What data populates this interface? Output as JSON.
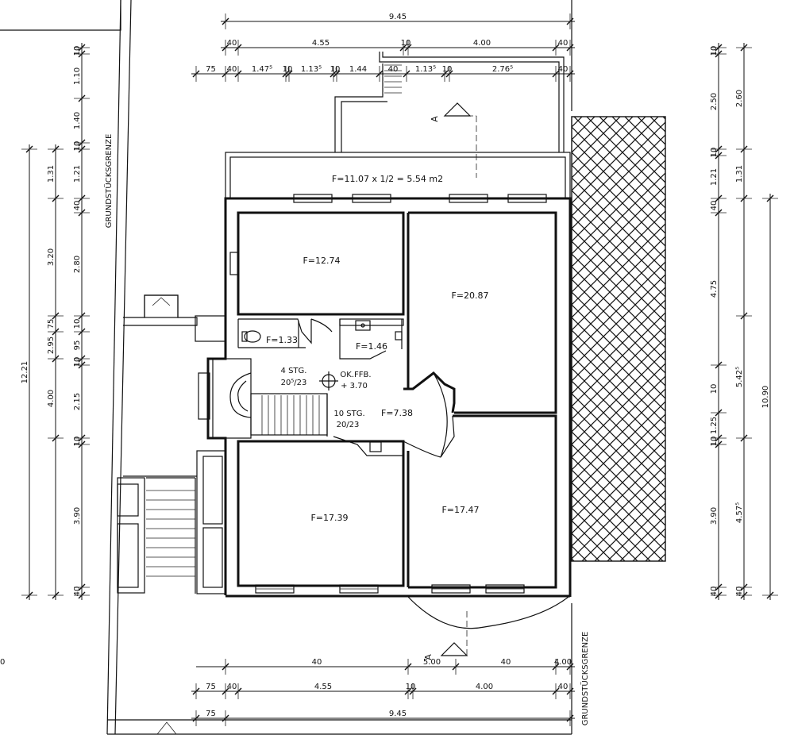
{
  "rooms": {
    "r1": "F=12.74",
    "r2": "F=20.87",
    "r3": "F=1.33",
    "r4": "F=1.46",
    "r5": "F=7.38",
    "r6": "F=17.39",
    "r7": "F=17.47"
  },
  "balcony_area": "F=11.07 x 1/2 = 5.54 m2",
  "stairs": {
    "upper_count": "4 STG.",
    "upper_ratio": "20⁵/23",
    "lower_count": "10 STG.",
    "lower_ratio": "20/23",
    "level_label": "OK.FFB.",
    "level_value": "+ 3.70"
  },
  "section_marker": "A",
  "boundary_label": "GRUNDSTÜCKSGRENZE",
  "dims_top": {
    "total": "9.45",
    "row2": [
      "40",
      "4.55",
      "10",
      "4.00",
      "40"
    ],
    "row3": [
      "75",
      "40",
      "1.47⁵",
      "10",
      "1.13⁵",
      "10",
      "1.44",
      "40",
      "1.13⁵",
      "10",
      "2.76⁵",
      "40"
    ]
  },
  "dims_bottom": {
    "row1": [
      "40",
      "5.00",
      "40",
      "4.00",
      "40"
    ],
    "row2": [
      "75",
      "40",
      "4.55",
      "10",
      "4.00",
      "40"
    ],
    "total_prefix": "75",
    "total": "9.45"
  },
  "dims_left": {
    "total": "12.21",
    "outer": [
      "1.31",
      "3.20",
      "75",
      "2.95",
      "4.00"
    ],
    "inner": [
      "10",
      "1.10",
      "1.40",
      "10",
      "1.21",
      "40",
      "2.80",
      "10",
      "95",
      "10",
      "2.15",
      "10",
      "3.90",
      "40"
    ]
  },
  "dims_right": {
    "total": "10.90",
    "outer": [
      "2.60",
      "1.31",
      "5.42⁵",
      "4.57⁵",
      "40"
    ],
    "inner": [
      "10",
      "2.50",
      "10",
      "1.21",
      "40",
      "4.75",
      "10",
      "1.25",
      "10",
      "3.90",
      "40"
    ]
  }
}
